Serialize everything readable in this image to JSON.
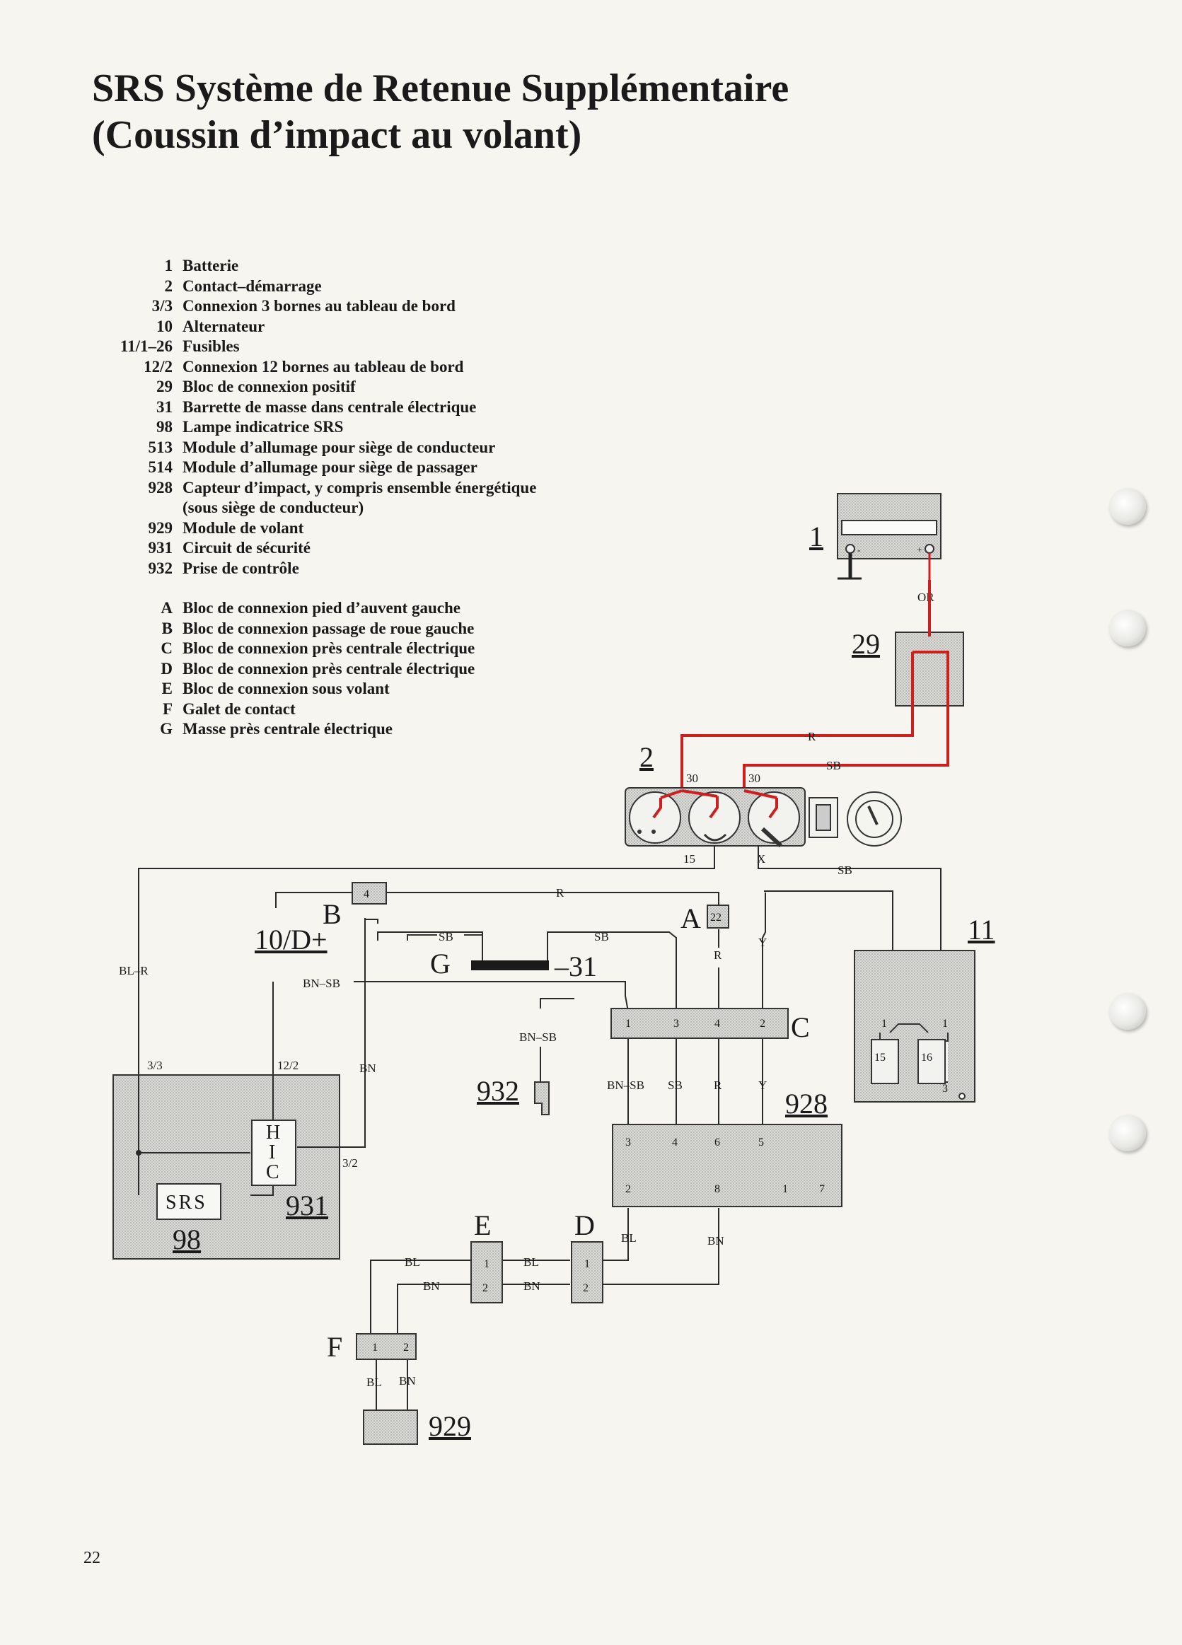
{
  "title_line1": "SRS Système de Retenue Supplémentaire",
  "title_line2": "(Coussin d’impact au volant)",
  "legend": [
    {
      "num": "1",
      "text": "Batterie"
    },
    {
      "num": "2",
      "text": "Contact–démarrage"
    },
    {
      "num": "3/3",
      "text": "Connexion 3 bornes au tableau de bord"
    },
    {
      "num": "10",
      "text": "Alternateur"
    },
    {
      "num": "11/1–26",
      "text": "Fusibles"
    },
    {
      "num": "12/2",
      "text": "Connexion 12 bornes au tableau de bord"
    },
    {
      "num": "29",
      "text": "Bloc de connexion positif"
    },
    {
      "num": "31",
      "text": "Barrette de masse dans centrale électrique"
    },
    {
      "num": "98",
      "text": "Lampe indicatrice SRS"
    },
    {
      "num": "513",
      "text": "Module d’allumage pour siège de conducteur"
    },
    {
      "num": "514",
      "text": "Module d’allumage pour siège de passager"
    },
    {
      "num": "928",
      "text": "Capteur d’impact, y compris ensemble énergétique"
    },
    {
      "num": "",
      "text": "(sous siège de conducteur)"
    },
    {
      "num": "929",
      "text": "Module de volant"
    },
    {
      "num": "931",
      "text": "Circuit de sécurité"
    },
    {
      "num": "932",
      "text": "Prise de contrôle"
    }
  ],
  "connectors": [
    {
      "num": "A",
      "text": "Bloc de connexion pied d’auvent gauche"
    },
    {
      "num": "B",
      "text": "Bloc de connexion passage de roue gauche"
    },
    {
      "num": "C",
      "text": "Bloc de connexion près centrale électrique"
    },
    {
      "num": "D",
      "text": "Bloc de connexion près centrale électrique"
    },
    {
      "num": "E",
      "text": "Bloc de connexion sous volant"
    },
    {
      "num": "F",
      "text": "Galet de contact"
    },
    {
      "num": "G",
      "text": "Masse près centrale électrique"
    }
  ],
  "page_number": "22",
  "diagram": {
    "labels": {
      "c1": "1",
      "c29": "29",
      "c2": "2",
      "c11": "11",
      "c928": "928",
      "c932": "932",
      "c931": "931",
      "c98": "98",
      "c929": "929",
      "cB": "B",
      "c10": "10/D+",
      "cG": "G",
      "c31": "–31",
      "cA": "A",
      "cC": "C",
      "cD": "D",
      "cE": "E",
      "cF": "F",
      "srs": "SRS",
      "hic_h": "H",
      "hic_i": "I",
      "hic_c": "C",
      "bat_minus": "-",
      "bat_plus": "+"
    },
    "wires": {
      "or": "OR",
      "r": "R",
      "sb": "SB",
      "y": "Y",
      "bn": "BN",
      "bl": "BL",
      "bl_r": "BL–R",
      "bn_sb": "BN–SB",
      "t30": "30",
      "t15": "15",
      "tx": "X",
      "t3_3": "3/3",
      "t12_2": "12/2",
      "t3_2": "3/2"
    },
    "pins": {
      "b4": "4",
      "a22": "22",
      "c_1": "1",
      "c_3": "3",
      "c_4": "4",
      "c_2": "2",
      "m928_3": "3",
      "m928_4": "4",
      "m928_6": "6",
      "m928_5": "5",
      "m928_2": "2",
      "m928_8": "8",
      "m928_1": "1",
      "m928_7": "7",
      "f11_1a": "1",
      "f11_1b": "1",
      "f11_15": "15",
      "f11_16": "16",
      "f11_3": "3",
      "e1": "1",
      "e2": "2",
      "d1": "1",
      "d2": "2",
      "f1": "1",
      "f2": "2"
    },
    "colors": {
      "wire": "#222222",
      "power": "#cc1f1f",
      "fill": "#d6d6d2",
      "box": "#cfcfcb"
    }
  }
}
